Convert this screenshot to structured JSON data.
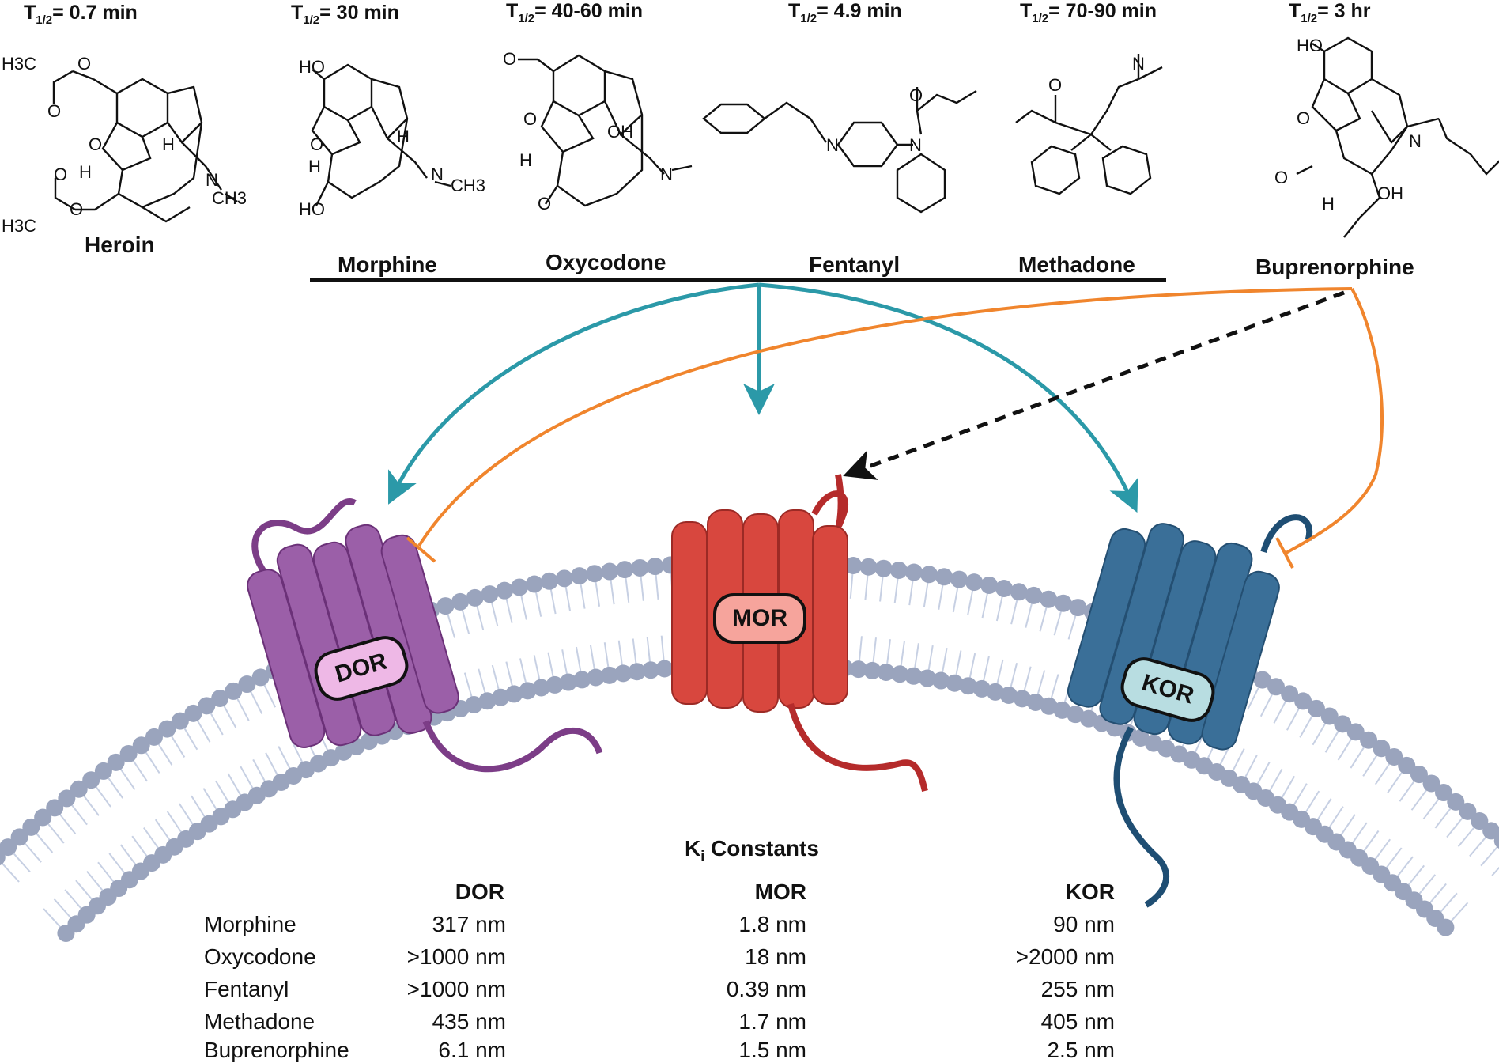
{
  "halflives": {
    "heroin": {
      "prefix": "T",
      "sub": "1/2",
      "suffix": "= 0.7 min"
    },
    "morphine": {
      "prefix": "T",
      "sub": "1/2",
      "suffix": "= 30 min"
    },
    "oxycodone": {
      "prefix": "T",
      "sub": "1/2",
      "suffix": "= 40-60 min"
    },
    "fentanyl": {
      "prefix": "T",
      "sub": "1/2",
      "suffix": "=  4.9 min"
    },
    "methadone": {
      "prefix": "T",
      "sub": "1/2",
      "suffix": "= 70-90 min"
    },
    "buprenorphine": {
      "prefix": "T",
      "sub": "1/2",
      "suffix": "= 3 hr"
    }
  },
  "drugs": {
    "heroin": "Heroin",
    "morphine": "Morphine",
    "oxycodone": "Oxycodone",
    "fentanyl": "Fentanyl",
    "methadone": "Methadone",
    "buprenorphine": "Buprenorphine"
  },
  "atoms": {
    "heroin": [
      "H3C",
      "O",
      "O",
      "O",
      "H",
      "H",
      "N",
      "CH3",
      "H3C",
      "O",
      "O"
    ],
    "morphine": [
      "HO",
      "O",
      "H",
      "H",
      "N",
      "CH3",
      "HO"
    ],
    "oxycodone": [
      "O",
      "O",
      "OH",
      "H",
      "N",
      "O"
    ],
    "fentanyl": [
      "N",
      "N",
      "O"
    ],
    "methadone": [
      "N",
      "O"
    ],
    "buprenorphine": [
      "HO",
      "O",
      "N",
      "O",
      "H",
      "OH"
    ]
  },
  "receptors": {
    "dor": {
      "label": "DOR",
      "color": "#9b5fa8"
    },
    "mor": {
      "label": "MOR",
      "color": "#d8473e"
    },
    "kor": {
      "label": "KOR",
      "color": "#3a6f98"
    }
  },
  "colors": {
    "teal_arrow": "#2b99a8",
    "orange_inhibit": "#f0852d",
    "dashed_arrow": "#111111",
    "membrane": "#9aa4bd"
  },
  "ki_table": {
    "title_main": "K",
    "title_sub": "i",
    "title_rest": " Constants",
    "headers": [
      "DOR",
      "MOR",
      "KOR"
    ],
    "rows": [
      {
        "drug": "Morphine",
        "dor": "317 nm",
        "mor": "1.8 nm",
        "kor": "90 nm"
      },
      {
        "drug": "Oxycodone",
        "dor": ">1000 nm",
        "mor": "18 nm",
        "kor": ">2000 nm"
      },
      {
        "drug": "Fentanyl",
        "dor": ">1000 nm",
        "mor": "0.39 nm",
        "kor": "255 nm"
      },
      {
        "drug": "Methadone",
        "dor": "435 nm",
        "mor": "1.7 nm",
        "kor": "405 nm"
      },
      {
        "drug": "Buprenorphine",
        "dor": "6.1 nm",
        "mor": "1.5 nm",
        "kor": "2.5 nm"
      }
    ]
  }
}
